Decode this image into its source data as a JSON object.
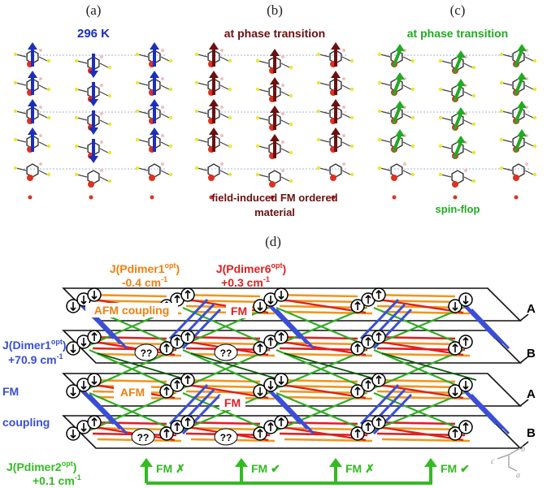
{
  "panels": {
    "a": {
      "label": "(a)",
      "title": "296 K",
      "title_color": "#1c2fb8",
      "arrow_color": "#1c2fb8"
    },
    "b": {
      "label": "(b)",
      "title": "at phase transition",
      "title_color": "#6b1010",
      "arrow_color": "#6b1010",
      "caption_line1": "field-induced FM ordered",
      "caption_line2": "material"
    },
    "c": {
      "label": "(c)",
      "title": "at phase transition",
      "title_color": "#22aa22",
      "arrow_color": "#22aa22",
      "caption": "spin-flop"
    },
    "d": {
      "label": "(d)"
    }
  },
  "lattice": {
    "pdimer1_line1": "J(Pdimer1",
    "pdimer1_sup": "opt",
    "pdimer1_line1_end": ")",
    "pdimer1_value": "-0.4 cm",
    "pdimer1_unit_sup": "-1",
    "pdimer6_line1": "J(Pdimer6",
    "pdimer6_sup": "opt",
    "pdimer6_line1_end": ")",
    "pdimer6_value": "+0.3 cm",
    "pdimer6_unit_sup": "-1",
    "dimer1_line1": "J(Dimer1",
    "dimer1_sup": "opt",
    "dimer1_line1_end": ")",
    "dimer1_value": "+70.9 cm",
    "dimer1_unit_sup": "-1",
    "fm_left": "FM",
    "coupling_left": "coupling",
    "afm_coupling": "AFM coupling",
    "fm_tag": "FM",
    "afm_tag": "AFM",
    "qq": "??",
    "layer_a": "A",
    "layer_b": "B",
    "pdimer2_line1": "J(Pdimer2",
    "pdimer2_sup": "opt",
    "pdimer2_line1_end": ")",
    "pdimer2_value": "+0.1 cm",
    "pdimer2_unit_sup": "-1",
    "bottom_labels": [
      "FM ✗",
      "FM ✔",
      "FM ✗",
      "FM ✔"
    ],
    "axis_labels": {
      "b": "b",
      "c": "c",
      "a": "a"
    }
  },
  "colors": {
    "orange": "#f0961e",
    "red": "#e02020",
    "green": "#2fae22",
    "blue": "#3a4ed8",
    "dimer1_text": "#3a4ed8",
    "pdimer1_text": "#f08010",
    "pdimer6_text": "#e02020",
    "pdimer2_text": "#33bb22"
  }
}
